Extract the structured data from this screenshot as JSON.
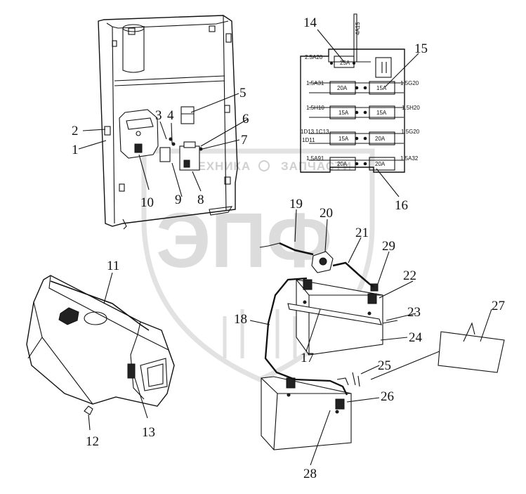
{
  "watermark": {
    "left_word": "ТЕХНИКА",
    "right_word": "ЗАПЧАСТИ",
    "logo_text": "ЭПФ"
  },
  "callouts": {
    "c1": "1",
    "c2": "2",
    "c3": "3",
    "c4": "4",
    "c5": "5",
    "c6": "6",
    "c7": "7",
    "c8": "8",
    "c9": "9",
    "c10": "10",
    "c11": "11",
    "c12": "12",
    "c13": "13",
    "c14": "14",
    "c15": "15",
    "c16": "16",
    "c17": "17",
    "c18": "18",
    "c19": "19",
    "c20": "20",
    "c21": "21",
    "c22": "22",
    "c23": "23",
    "c24": "24",
    "c25": "25",
    "c26": "26",
    "c27": "27",
    "c28": "28",
    "c29": "29"
  },
  "fuse_box": {
    "top_wire": "4A15",
    "rows": [
      {
        "left_wire": "2.5A20",
        "fuse_left": "25A",
        "fuse_right": "",
        "right_wire": ""
      },
      {
        "left_wire": "1.5A31",
        "fuse_left": "20A",
        "fuse_right": "15A",
        "right_wire": "1.5G20"
      },
      {
        "left_wire": "1.5H10",
        "fuse_left": "15A",
        "fuse_right": "15A",
        "right_wire": "1.5H20"
      },
      {
        "left_wire": "1D13 1C13",
        "fuse_left": "15A",
        "fuse_right": "20A",
        "right_wire": "1.5G20"
      },
      {
        "left_wire": "1D11",
        "fuse_left": "",
        "fuse_right": "",
        "right_wire": ""
      },
      {
        "left_wire": "1.5A91",
        "fuse_left": "20A",
        "fuse_right": "20A",
        "right_wire": "1.5A32"
      }
    ]
  }
}
